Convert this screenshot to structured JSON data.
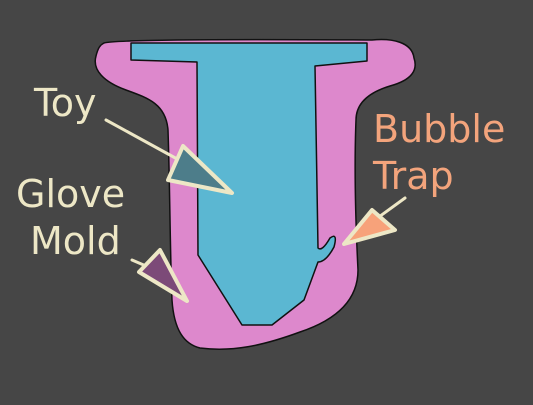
{
  "labels": {
    "toy": "Toy",
    "glove_line1": "Glove",
    "glove_line2": "Mold",
    "bubble_line1": "Bubble",
    "bubble_line2": "Trap"
  },
  "colors": {
    "background": "#464646",
    "mold_fill": "#dd88cc",
    "toy_fill": "#5bb7d2",
    "label_cream": "#ede7c6",
    "label_orange": "#f3a47c",
    "arrow_toy_head": "#4d7d8a",
    "arrow_glove_head": "#7c4a78",
    "arrow_bubble_head": "#f7a27a"
  }
}
